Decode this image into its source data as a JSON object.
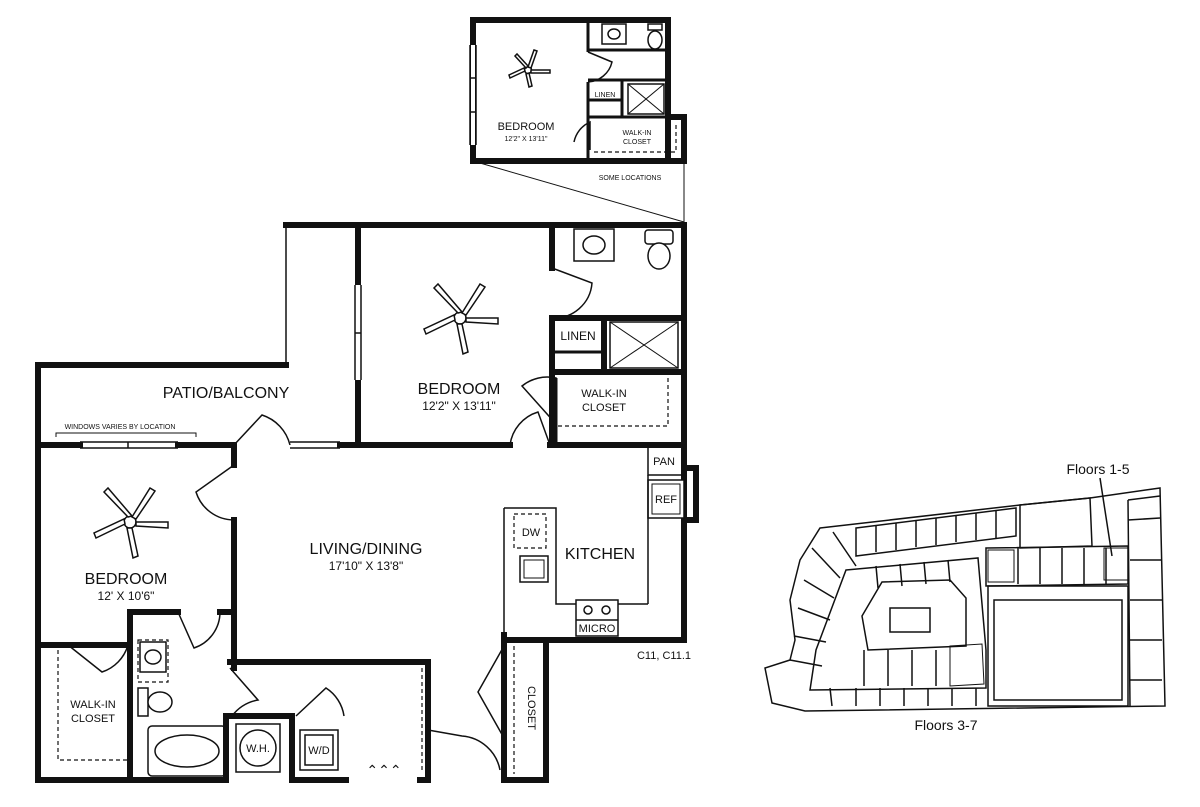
{
  "plan_codes": "C11, C11.1",
  "main_plan": {
    "patio": "PATIO/BALCONY",
    "windows_note": "WINDOWS VARIES BY LOCATION",
    "bedroom_1": {
      "name": "BEDROOM",
      "size": "12'2\" X 13'11\""
    },
    "bedroom_2": {
      "name": "BEDROOM",
      "size": "12' X 10'6\""
    },
    "living": {
      "name": "LIVING/DINING",
      "size": "17'10\" X 13'8\""
    },
    "kitchen": "KITCHEN",
    "linen": "LINEN",
    "walk_in_closet_1": [
      "WALK-IN",
      "CLOSET"
    ],
    "walk_in_closet_2": [
      "WALK-IN",
      "CLOSET"
    ],
    "pantry": "PAN",
    "refrigerator": "REF",
    "dishwasher": "DW",
    "microwave": "MICRO",
    "water_heater": "W.H.",
    "washer_dryer": "W/D",
    "closet": "CLOSET"
  },
  "inset_plan": {
    "bedroom": {
      "name": "BEDROOM",
      "size": "12'2\" X 13'11\""
    },
    "linen": "LINEN",
    "walk_in_closet": [
      "WALK-IN",
      "CLOSET"
    ],
    "note": "SOME LOCATIONS"
  },
  "site_map": {
    "label_top": "Floors 1-5",
    "label_bottom": "Floors 3-7",
    "highlight_color": "#8a8a8a"
  }
}
